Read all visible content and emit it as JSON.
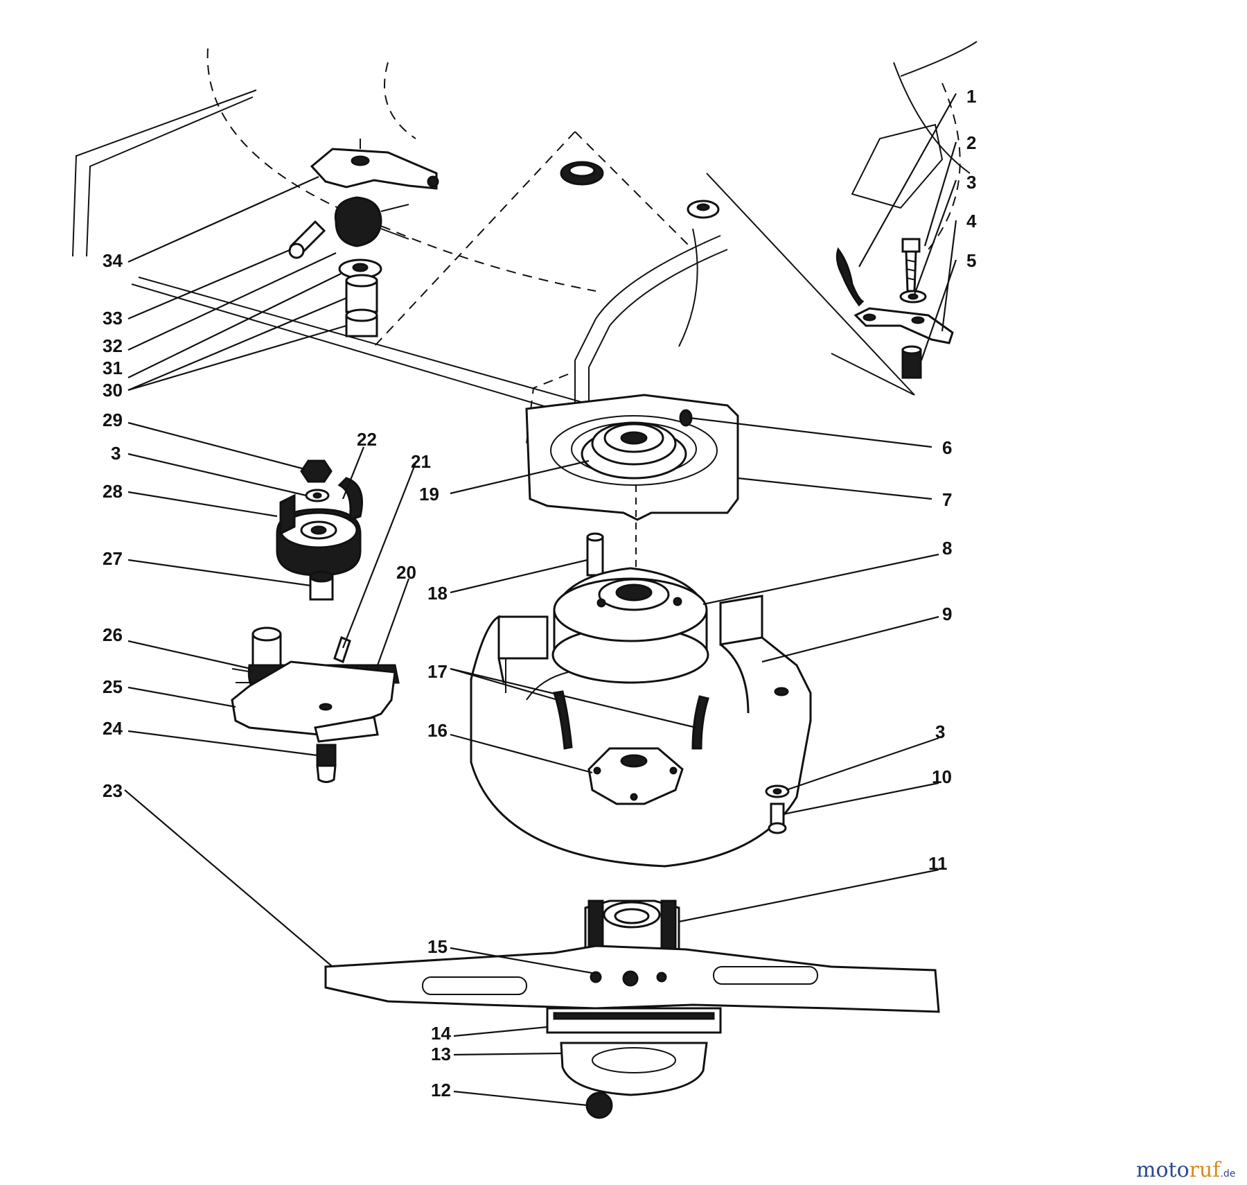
{
  "labels": {
    "l1": "1",
    "l2": "2",
    "l3a": "3",
    "l4": "4",
    "l5": "5",
    "l6": "6",
    "l7": "7",
    "l8": "8",
    "l9": "9",
    "l3b": "3",
    "l10": "10",
    "l11": "11",
    "l12": "12",
    "l13": "13",
    "l14": "14",
    "l15": "15",
    "l16": "16",
    "l17": "17",
    "l18": "18",
    "l19": "19",
    "l20": "20",
    "l21": "21",
    "l22": "22",
    "l23": "23",
    "l24": "24",
    "l25": "25",
    "l26": "26",
    "l27": "27",
    "l28": "28",
    "l3c": "3",
    "l29": "29",
    "l30": "30",
    "l31": "31",
    "l32": "32",
    "l33": "33",
    "l34": "34"
  },
  "watermark": {
    "part1": "moto",
    "part2": "ruf",
    "suffix": ".de"
  }
}
